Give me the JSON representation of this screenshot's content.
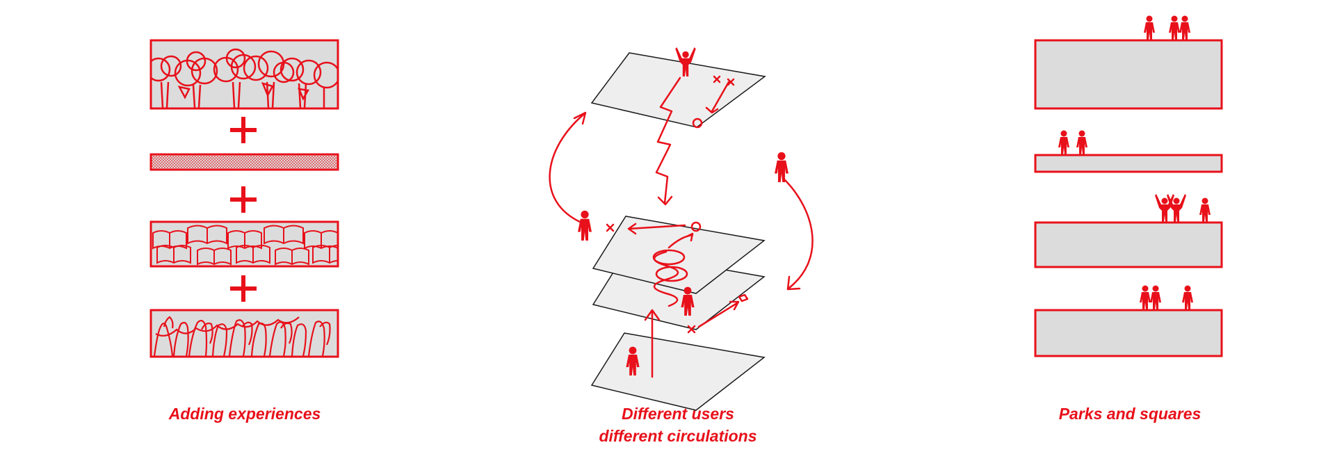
{
  "colors": {
    "accent": "#e8101a",
    "fill": "#dcdcdc",
    "plate": "#eeeeee",
    "outline": "#1a1a1a",
    "background": "#ffffff"
  },
  "captions": {
    "left": "Adding experiences",
    "center_line1": "Different users",
    "center_line2": "different circulations",
    "right": "Parks and squares"
  },
  "left_stack": {
    "layers": [
      "trees-pattern",
      "dotted-pattern",
      "books-pattern",
      "crowd-pattern"
    ],
    "separator": "+"
  },
  "center_stack": {
    "plates": 4
  },
  "right_stack": {
    "bars": 4
  }
}
